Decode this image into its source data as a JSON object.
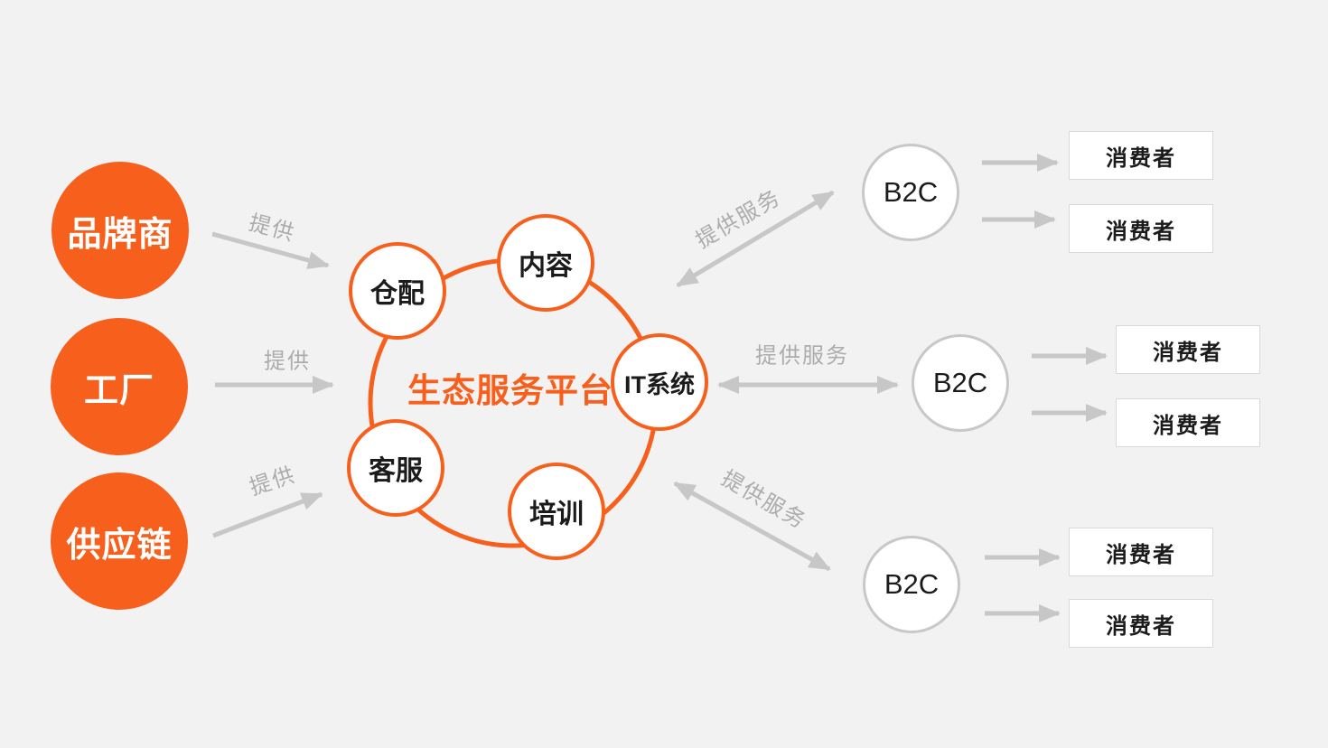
{
  "colors": {
    "background": "#F2F2F3",
    "orange": "#F7601C",
    "arrow_gray": "#C7C7C7",
    "arrow_label_gray": "#ACACAC",
    "b2c_border_gray": "#C8C8C8",
    "consumer_box_border": "#D9D9D9",
    "text_dark": "#1B1B1B"
  },
  "suppliers": [
    {
      "label": "品牌商",
      "arrow_label": "提供"
    },
    {
      "label": "工厂",
      "arrow_label": "提供"
    },
    {
      "label": "供应链",
      "arrow_label": "提供"
    }
  ],
  "platform": {
    "title": "生态服务平台",
    "services": [
      {
        "label": "仓配"
      },
      {
        "label": "内容"
      },
      {
        "label": "IT系统"
      },
      {
        "label": "培训"
      },
      {
        "label": "客服"
      }
    ]
  },
  "channels": [
    {
      "label": "B2C",
      "arrow_label": "提供服务",
      "consumers": [
        {
          "label": "消费者"
        },
        {
          "label": "消费者"
        }
      ]
    },
    {
      "label": "B2C",
      "arrow_label": "提供服务",
      "consumers": [
        {
          "label": "消费者"
        },
        {
          "label": "消费者"
        }
      ]
    },
    {
      "label": "B2C",
      "arrow_label": "提供服务",
      "consumers": [
        {
          "label": "消费者"
        },
        {
          "label": "消费者"
        }
      ]
    }
  ]
}
